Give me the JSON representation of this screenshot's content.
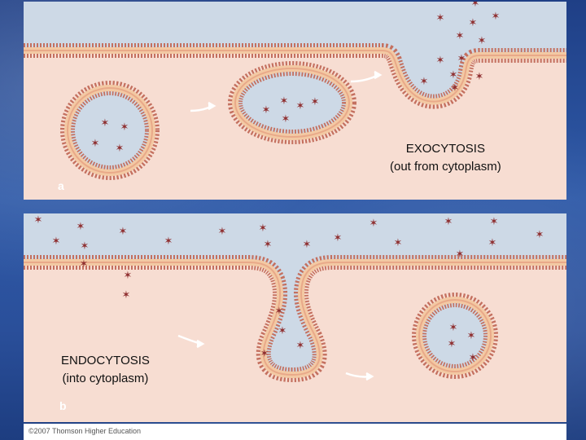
{
  "panels": {
    "a": {
      "letter": "a",
      "label_line1": "EXOCYTOSIS",
      "label_line2": "(out from cytoplasm)"
    },
    "b": {
      "letter": "b",
      "label_line1": "ENDOCYTOSIS",
      "label_line2": "(into cytoplasm)"
    }
  },
  "footer": {
    "copyright": "©2007 Thomson Higher Education"
  },
  "colors": {
    "extracellular": "#cdd9e6",
    "cytoplasm": "#f7ddd2",
    "membrane_heads": "#c4705f",
    "membrane_tails": "#f3c9a3",
    "molecule": "#8f2f30",
    "slide_background": "#2f5aa8"
  },
  "icons": [
    "molecule-icon",
    "arrow-icon"
  ]
}
